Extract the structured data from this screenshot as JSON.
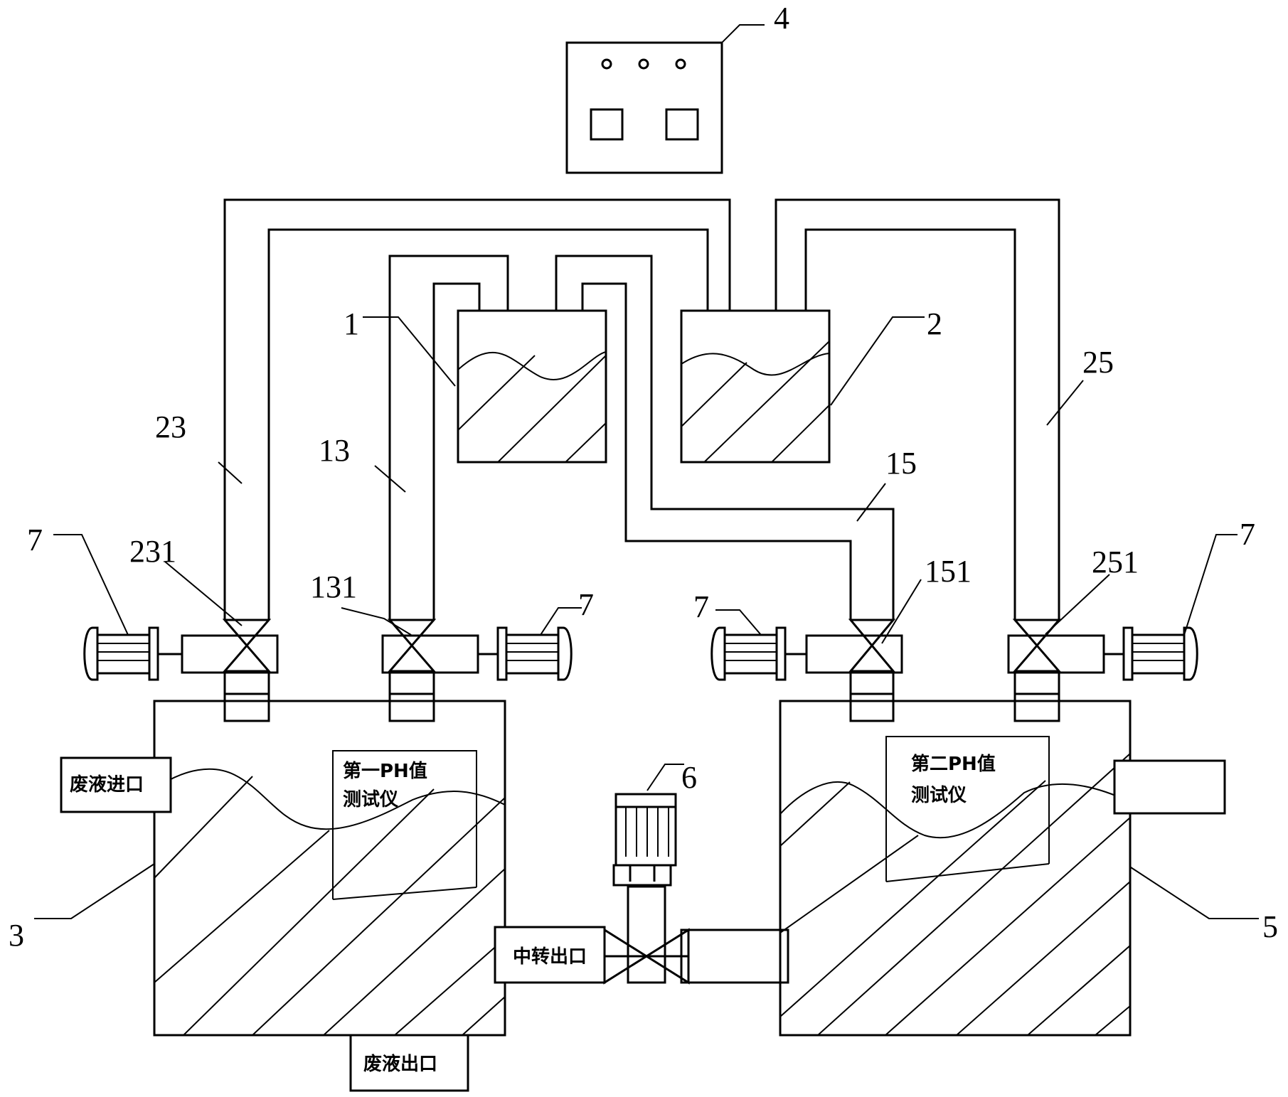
{
  "labels": {
    "control_box": "4",
    "tank_1": "1",
    "tank_2": "2",
    "pipe_23": "23",
    "pipe_13": "13",
    "pipe_15": "15",
    "pipe_25": "25",
    "valve_231": "231",
    "valve_131": "131",
    "valve_151": "151",
    "valve_251": "251",
    "motor_left_outer": "7",
    "motor_left_inner": "7",
    "motor_right_inner": "7",
    "motor_right_outer": "7",
    "pump_motor": "6",
    "first_tank": "3",
    "second_tank": "5"
  },
  "text": {
    "waste_inlet": "废液进口",
    "waste_outlet": "废液出口",
    "transfer_outlet": "中转出口",
    "ph_meter_1_line1": "第一PH值",
    "ph_meter_1_line2": "测试仪",
    "ph_meter_2_line1": "第二PH值",
    "ph_meter_2_line2": "测试仪"
  }
}
